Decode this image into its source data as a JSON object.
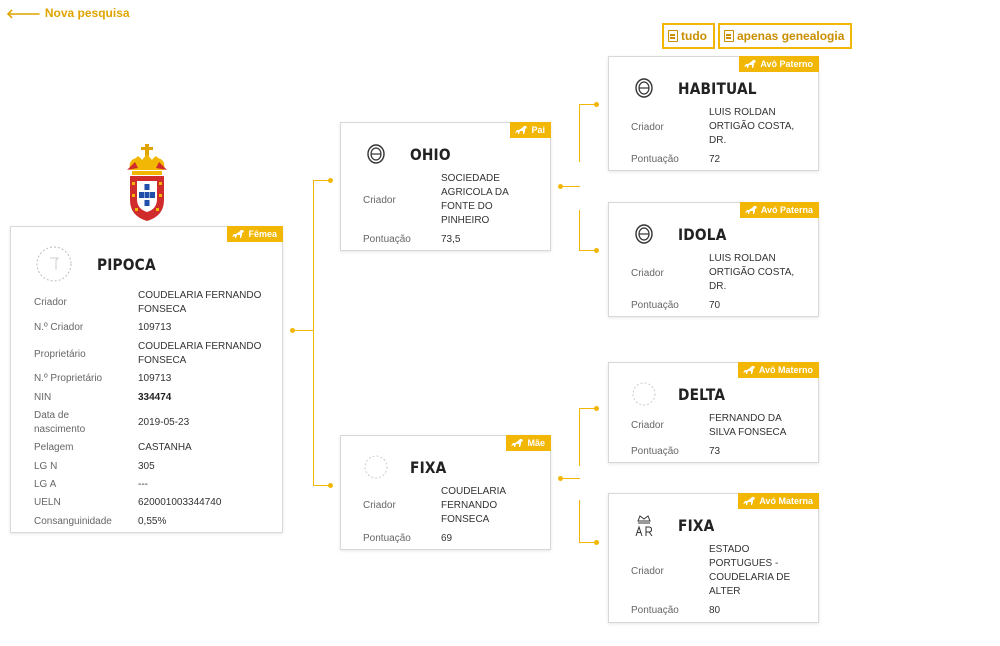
{
  "nav": {
    "back_label": "Nova pesquisa"
  },
  "actions": {
    "pdf_all": "tudo",
    "pdf_genealogy": "apenas genealogia"
  },
  "colors": {
    "accent": "#f2b705",
    "accent_text": "#e0a400"
  },
  "main": {
    "name": "PIPOCA",
    "badge": "Fêmea",
    "rows": [
      {
        "label": "Criador",
        "value": "COUDELARIA FERNANDO FONSECA"
      },
      {
        "label": "N.º Criador",
        "value": "109713"
      },
      {
        "label": "Proprietário",
        "value": "COUDELARIA FERNANDO FONSECA"
      },
      {
        "label": "N.º Proprietário",
        "value": "109713"
      },
      {
        "label": "NIN",
        "value": "334474"
      },
      {
        "label": "Data de nascimento",
        "value": "2019-05-23"
      },
      {
        "label": "Pelagem",
        "value": "CASTANHA"
      },
      {
        "label": "LG N",
        "value": "305"
      },
      {
        "label": "LG A",
        "value": "---"
      },
      {
        "label": "UELN",
        "value": "620001003344740"
      },
      {
        "label": "Consanguinidade",
        "value": "0,55%"
      }
    ]
  },
  "sire": {
    "name": "OHIO",
    "badge": "Pai",
    "breeder_label": "Criador",
    "breeder": "SOCIEDADE AGRICOLA DA FONTE DO PINHEIRO",
    "score_label": "Pontuação",
    "score": "73,5"
  },
  "dam": {
    "name": "FIXA",
    "badge": "Mãe",
    "breeder_label": "Criador",
    "breeder": "COUDELARIA FERNANDO FONSECA",
    "score_label": "Pontuação",
    "score": "69"
  },
  "paternal_grandsire": {
    "name": "HABITUAL",
    "badge": "Avô Paterno",
    "breeder_label": "Criador",
    "breeder": "LUIS ROLDAN ORTIGÃO COSTA, DR.",
    "score_label": "Pontuação",
    "score": "72"
  },
  "paternal_granddam": {
    "name": "IDOLA",
    "badge": "Avó Paterna",
    "breeder_label": "Criador",
    "breeder": "LUIS ROLDAN ORTIGÃO COSTA, DR.",
    "score_label": "Pontuação",
    "score": "70"
  },
  "maternal_grandsire": {
    "name": "DELTA",
    "badge": "Avô Materno",
    "breeder_label": "Criador",
    "breeder": "FERNANDO DA SILVA FONSECA",
    "score_label": "Pontuação",
    "score": "73"
  },
  "maternal_granddam": {
    "name": "FIXA",
    "badge": "Avó Materna",
    "breeder_label": "Criador",
    "breeder": "ESTADO PORTUGUES - COUDELARIA DE ALTER",
    "score_label": "Pontuação",
    "score": "80"
  }
}
